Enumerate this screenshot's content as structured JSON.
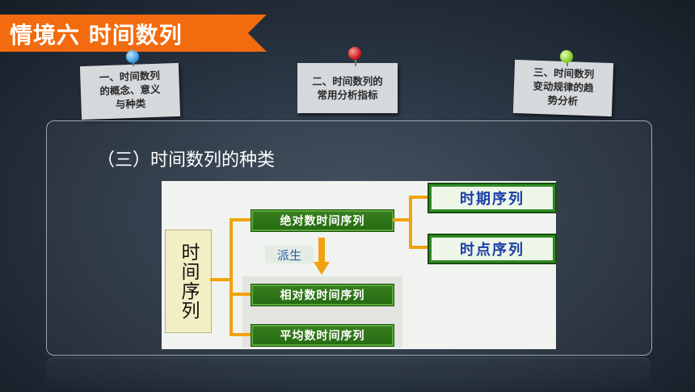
{
  "banner": {
    "title": "情境六  时间数列"
  },
  "tags": [
    {
      "text": "一、时间数列\n的概念、意义\n与种类",
      "pin": "blue"
    },
    {
      "text": "二、时间数列的\n常用分析指标",
      "pin": "red"
    },
    {
      "text": "三、时间数列\n变动规律的趋\n势分析",
      "pin": "green"
    }
  ],
  "section_title": "（三）时间数列的种类",
  "diagram": {
    "root": "时间序列",
    "absolute": "绝对数时间序列",
    "period": "时期序列",
    "point": "时点序列",
    "derive": "派生",
    "relative": "相对数时间序列",
    "average": "平均数时间序列"
  },
  "colors": {
    "banner": "#f26b0f",
    "connector": "#f2a20e",
    "box_green": "#2f7a1a",
    "big_text": "#1a3da8"
  }
}
